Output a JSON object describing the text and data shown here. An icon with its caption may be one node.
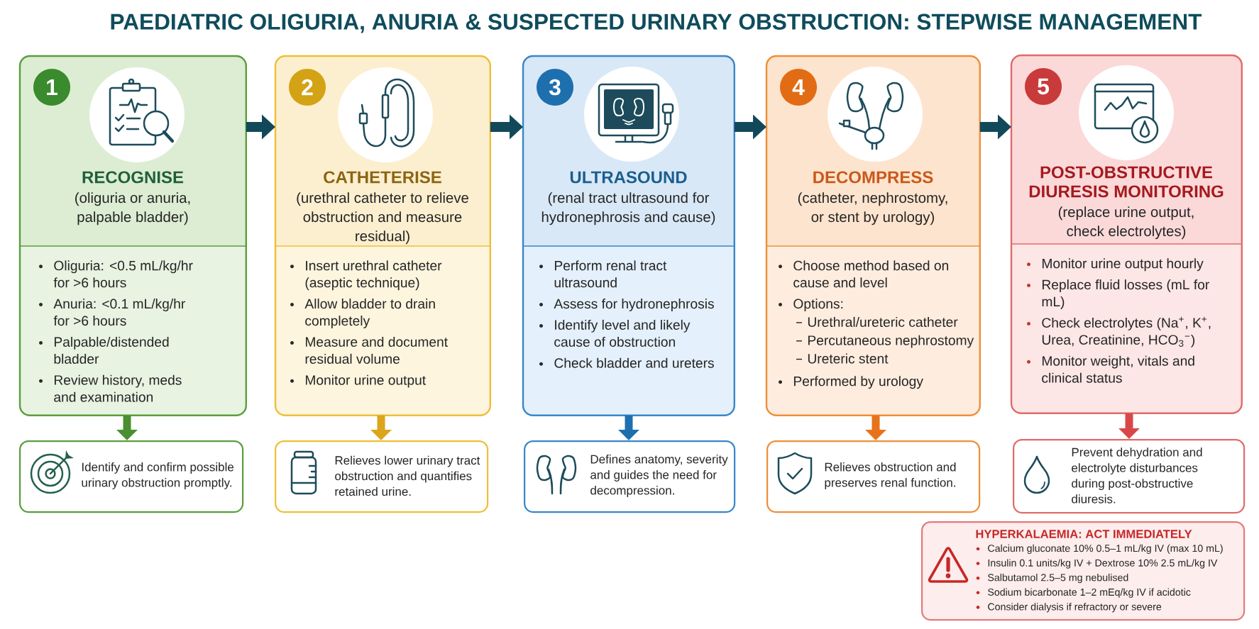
{
  "diagram": {
    "title": "PAEDIATRIC OLIGURIA, ANURIA & SUSPECTED URINARY OBSTRUCTION: STEPWISE MANAGEMENT",
    "nodes": [
      {
        "text": [
          "RECOGNISE",
          "(oliguria or anuria, palpable bladder)",
          "Oliguria: <0.5 mL/kg/hr for >6 hours",
          "Anuria: <0.1 mL/kg/hr for >6 hours",
          "Palpable/distended bladder",
          "Review history, meds and examination"
        ]
      },
      {
        "text": [
          "1"
        ],
        "in": 0
      },
      {
        "text": [
          "CATHETERISE",
          "(urethral catheter to relieve obstruction and measure residual)",
          "Insert urethral catheter (aseptic technique)",
          "Allow bladder to drain completely",
          "Measure and document residual volume",
          "Monitor urine output"
        ]
      },
      {
        "text": [
          "2"
        ],
        "in": 2
      },
      {
        "text": [
          "ULTRASOUND",
          "(renal tract ultrasound for hydronephrosis and cause)",
          "Perform renal tract ultrasound",
          "Assess for hydronephrosis",
          "Identify level and likely cause of obstruction",
          "Check bladder and ureters"
        ]
      },
      {
        "text": [
          "3"
        ],
        "in": 4
      },
      {
        "text": [
          "DECOMPRESS",
          "(catheter, nephrostomy, or stent by urology)",
          "Choose method based on cause and level",
          "Options:",
          "Urethral/ureteric catheter",
          "Percutaneous nephrostomy",
          "Ureteric stent",
          "Performed by urology"
        ]
      },
      {
        "text": [
          "4"
        ],
        "in": 6
      },
      {
        "text": [
          "POST-OBSTRUCTIVE DIURESIS MONITORING",
          "(replace urine output, check electrolytes)",
          "Monitor urine output hourly",
          "Replace fluid losses (mL for mL)",
          "Check electrolytes (Na$^{+}$, K$^{+}$, Urea, Creatinine, HCO$_{3}$$^{−}$)",
          "Monitor weight, vitals and clinical status"
        ]
      },
      {
        "text": [
          "5"
        ],
        "in": 8
      },
      {
        "text": [
          "Identify and confirm possible urinary obstruction promptly."
        ]
      },
      {
        "text": [
          "Relieves lower urinary tract obstruction and quantifies retained urine."
        ]
      },
      {
        "text": [
          "Defines anatomy, severity and guides the need for decompression."
        ]
      },
      {
        "text": [
          "Relieves obstruction and preserves renal function."
        ]
      },
      {
        "text": [
          "Prevent dehydration and electrolyte disturbances during post-obstructive diuresis."
        ]
      },
      {
        "text": [
          "HYPERKALAEMIA: ACT IMMEDIATELY",
          "Calcium gluconate 10% 0.5–1 mL/kg IV (max 10 mL)",
          "Insulin 0.1 units/kg IV + Dextrose 10% 2.5 mL/kg IV",
          "Salbutamol 2.5–5 mg nebulised",
          "Sodium bicarbonate 1–2 mEq/kg IV if acidotic",
          "Consider dialysis if refractory or severe"
        ]
      }
    ],
    "edges": [
      {
        "from": 0,
        "to": 2,
        "arrow": "to"
      },
      {
        "from": 2,
        "to": 4,
        "arrow": "to"
      },
      {
        "from": 4,
        "to": 6,
        "arrow": "to"
      },
      {
        "from": 6,
        "to": 8,
        "arrow": "to"
      },
      {
        "from": 0,
        "to": 10,
        "arrow": "to",
        "color": "#4a8f30"
      },
      {
        "from": 2,
        "to": 11,
        "arrow": "to",
        "color": "#dba51c"
      },
      {
        "from": 4,
        "to": 12,
        "arrow": "to",
        "color": "#1f6fae"
      },
      {
        "from": 6,
        "to": 13,
        "arrow": "to",
        "color": "#e8731a"
      },
      {
        "from": 8,
        "to": 14,
        "arrow": "to",
        "color": "#d94848"
      }
    ]
  }
}
